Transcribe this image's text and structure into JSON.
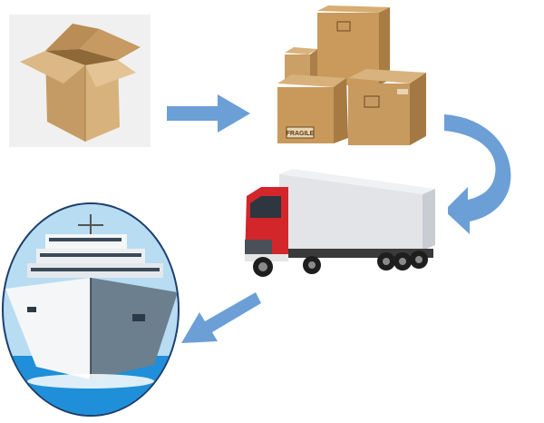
{
  "diagram": {
    "steps": [
      {
        "name": "open-cardboard-box"
      },
      {
        "name": "stacked-boxes"
      },
      {
        "name": "cargo-truck"
      },
      {
        "name": "cargo-ship"
      }
    ],
    "box_label": "FRAGILE",
    "colors": {
      "arrow": "#6b9fd6",
      "cardboard": "#c9a26b",
      "truck_cab": "#d2262b",
      "trailer": "#e2e4e8",
      "sea": "#1e8fd8",
      "sky": "#b8dcf2",
      "hull": "#6b7f8e"
    }
  }
}
